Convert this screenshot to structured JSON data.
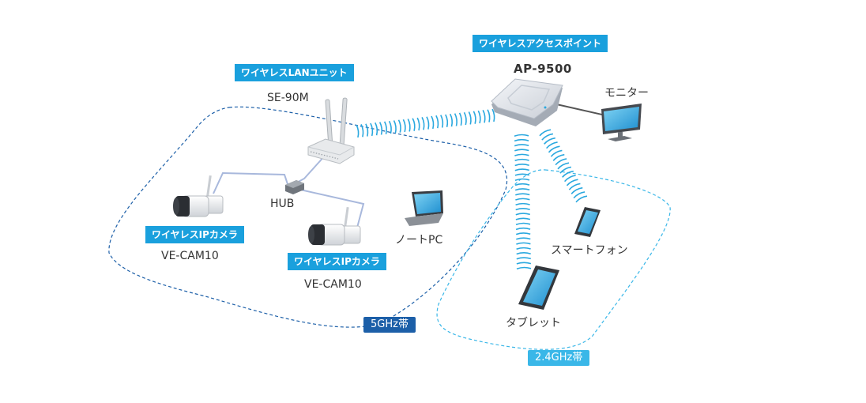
{
  "devices": {
    "access_point": {
      "tag": "ワイヤレスアクセスポイント",
      "model": "AP-9500"
    },
    "lan_unit": {
      "tag": "ワイヤレスLANユニット",
      "model": "SE-90M"
    },
    "camera_1": {
      "tag": "ワイヤレスIPカメラ",
      "model": "VE-CAM10"
    },
    "camera_2": {
      "tag": "ワイヤレスIPカメラ",
      "model": "VE-CAM10"
    },
    "hub": {
      "label": "HUB"
    },
    "monitor": {
      "label": "モニター"
    },
    "notebook": {
      "label": "ノートPC"
    },
    "smartphone": {
      "label": "スマートフォン"
    },
    "tablet": {
      "label": "タブレット"
    }
  },
  "bands": {
    "band_5ghz": {
      "label": "5GHz帯",
      "color": "#1c5fa8"
    },
    "band_24ghz": {
      "label": "2.4GHz帯",
      "color": "#3ab7e8"
    }
  },
  "colors": {
    "tag": "#1aa0dd",
    "signal": "#2aa8df",
    "cable": "#a8b8dc"
  }
}
